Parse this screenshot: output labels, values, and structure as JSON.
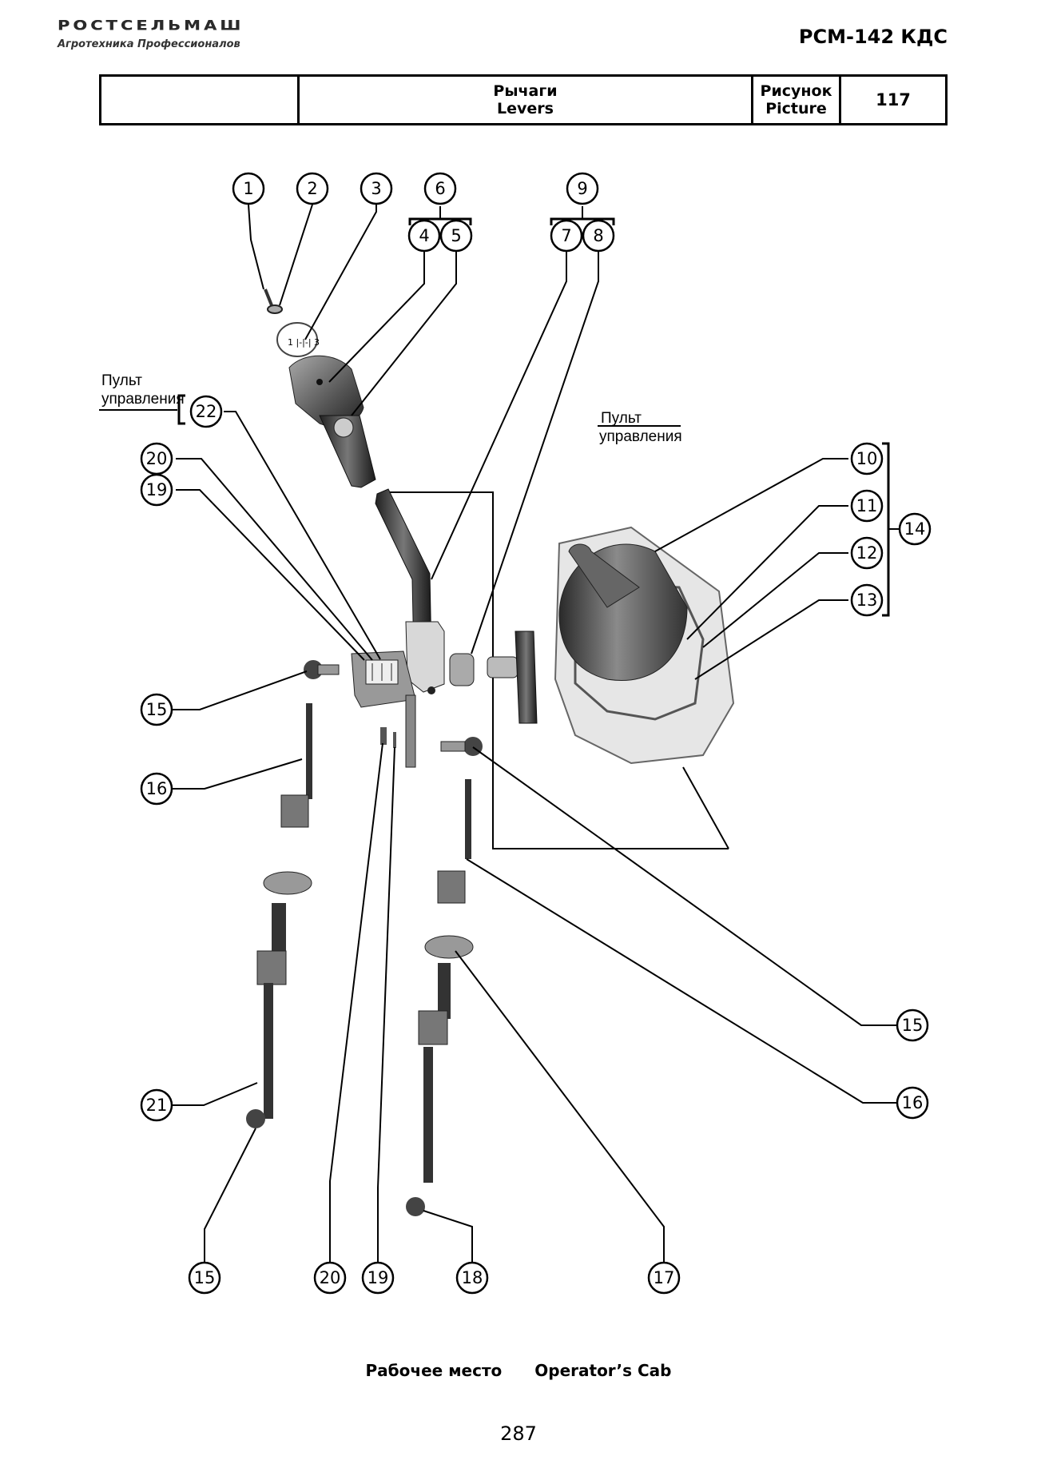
{
  "header": {
    "brand": "РОСТСЕЛЬМАШ",
    "tagline": "Агротехника Профессионалов",
    "model": "РСМ-142 КДС"
  },
  "title_block": {
    "empty_cell": "",
    "name_ru": "Рычаги",
    "name_en": "Levers",
    "picture_ru": "Рисунок",
    "picture_en": "Picture",
    "picture_number": "117"
  },
  "diagram": {
    "panel_label_left_1": "Пульт",
    "panel_label_left_2": "управления",
    "panel_label_right_1": "Пульт",
    "panel_label_right_2": "управления",
    "callouts": [
      "1",
      "2",
      "3",
      "6",
      "4",
      "5",
      "9",
      "7",
      "8",
      "22",
      "20",
      "19",
      "10",
      "11",
      "14",
      "12",
      "13",
      "15",
      "16",
      "21",
      "15",
      "16",
      "15",
      "20",
      "19",
      "18",
      "17"
    ]
  },
  "footer": {
    "caption_ru": "Рабочее место",
    "caption_en": "Operator’s Cab",
    "page_number": "287"
  }
}
